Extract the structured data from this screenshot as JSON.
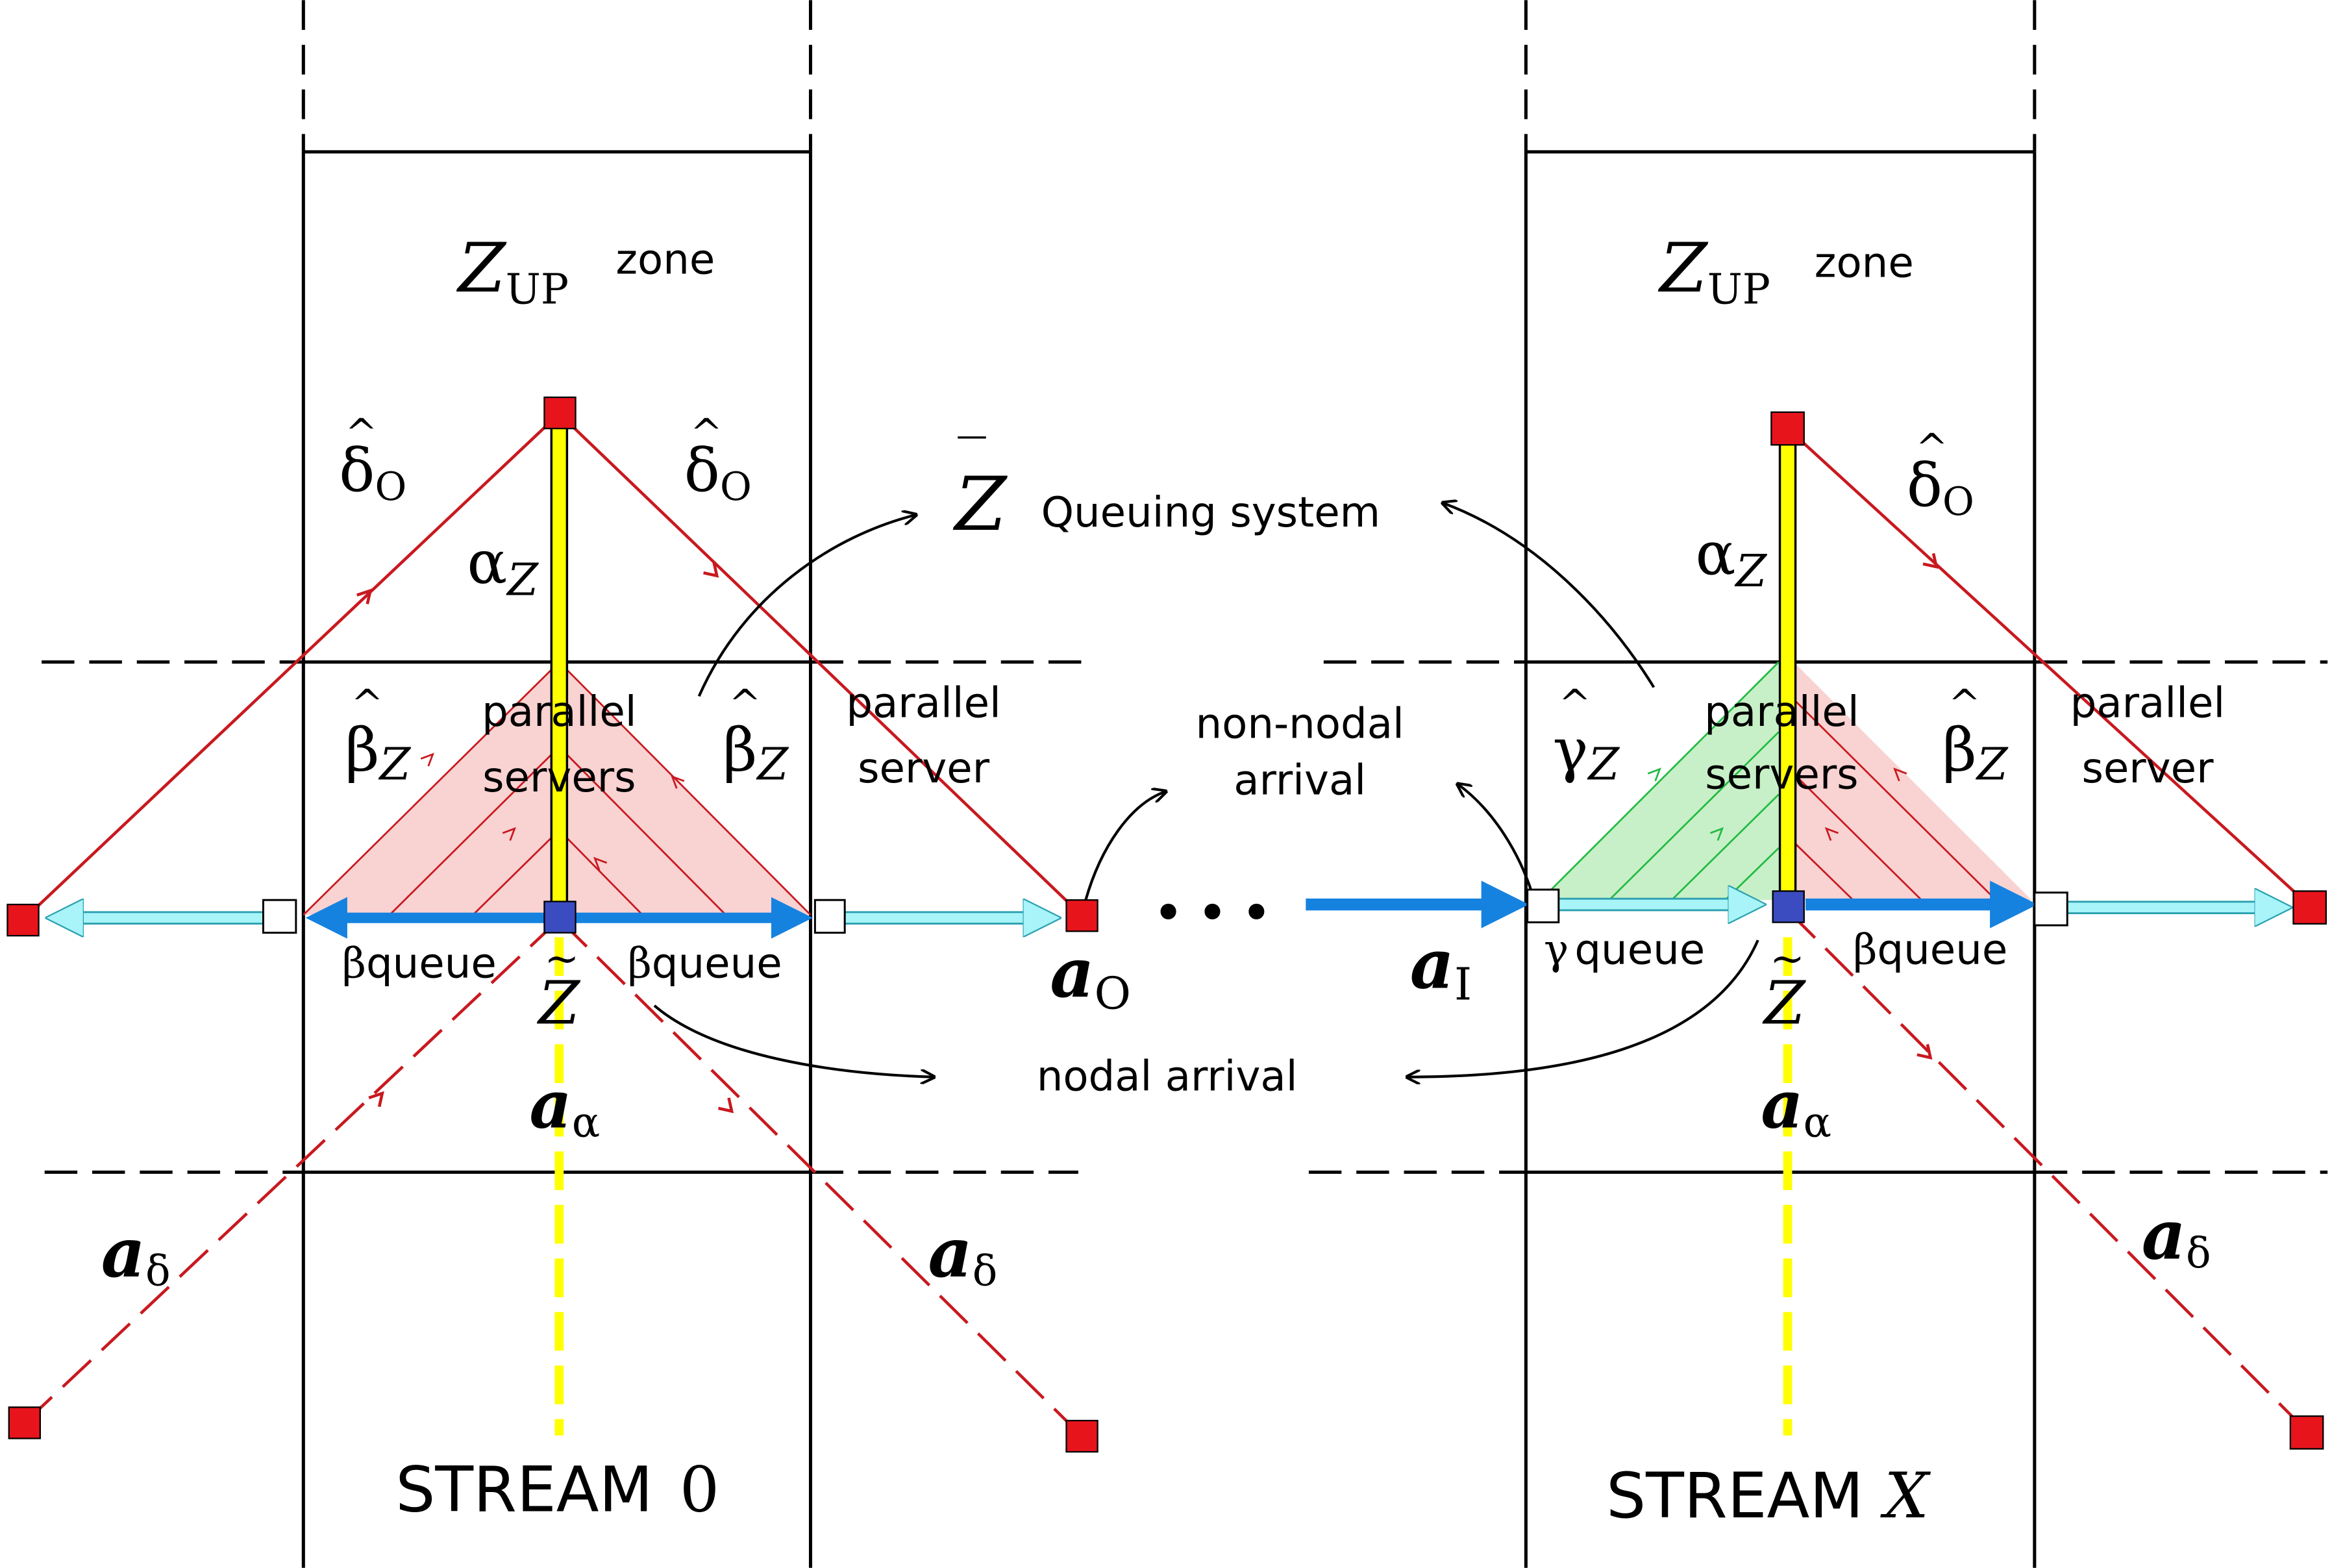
{
  "colors": {
    "red_line": "#c8191f",
    "red_node": "#e8141c",
    "yellow": "#ffff00",
    "blue_arrow": "#1582e0",
    "cyan_arrow": "#a8f4f8",
    "pink_fill": "#f9d2d2",
    "green_fill": "#c8f0c8",
    "green_line": "#22bb44",
    "center_node": "#3b4cc0"
  },
  "left": {
    "zone_main": "Z",
    "zone_sub": "UP",
    "zone_word": "zone",
    "delta_left_main": "δ",
    "delta_left_sub": "O",
    "delta_right_main": "δ",
    "delta_right_sub": "O",
    "alpha_main": "α",
    "alpha_sub": "Z",
    "beta_left_main": "β",
    "beta_left_sub": "Z",
    "beta_right_main": "β",
    "beta_right_sub": "Z",
    "parallel_line1": "parallel",
    "parallel_line2": "servers",
    "server_line1": "parallel",
    "server_line2": "server",
    "queue_left_sym": "β",
    "queue_left_word": "queue",
    "queue_right_sym": "β",
    "queue_right_word": "queue",
    "ztilde": "Z",
    "a_alpha_main": "a",
    "a_alpha_sub": "α",
    "a_delta_left_main": "a",
    "a_delta_left_sub": "δ",
    "a_delta_right_main": "a",
    "a_delta_right_sub": "δ",
    "a_o_main": "a",
    "a_o_sub": "O",
    "stream_word": "STREAM",
    "stream_id": "0"
  },
  "middle": {
    "zbar": "Z",
    "queuing": "Queuing system",
    "nonnodal_line1": "non-nodal",
    "nonnodal_line2": "arrival",
    "ellipsis": "• • •",
    "nodal": "nodal arrival"
  },
  "right": {
    "zone_main": "Z",
    "zone_sub": "UP",
    "zone_word": "zone",
    "delta_main": "δ",
    "delta_sub": "O",
    "alpha_main": "α",
    "alpha_sub": "Z",
    "gamma_main": "γ",
    "gamma_sub": "Z",
    "beta_main": "β",
    "beta_sub": "Z",
    "parallel_line1": "parallel",
    "parallel_line2": "servers",
    "server_line1": "parallel",
    "server_line2": "server",
    "queue_left_sym": "γ",
    "queue_left_word": "queue",
    "queue_right_sym": "β",
    "queue_right_word": "queue",
    "ztilde": "Z",
    "a_i_main": "a",
    "a_i_sub": "I",
    "a_alpha_main": "a",
    "a_alpha_sub": "α",
    "a_delta_main": "a",
    "a_delta_sub": "δ",
    "stream_word": "STREAM",
    "stream_id": "X"
  }
}
